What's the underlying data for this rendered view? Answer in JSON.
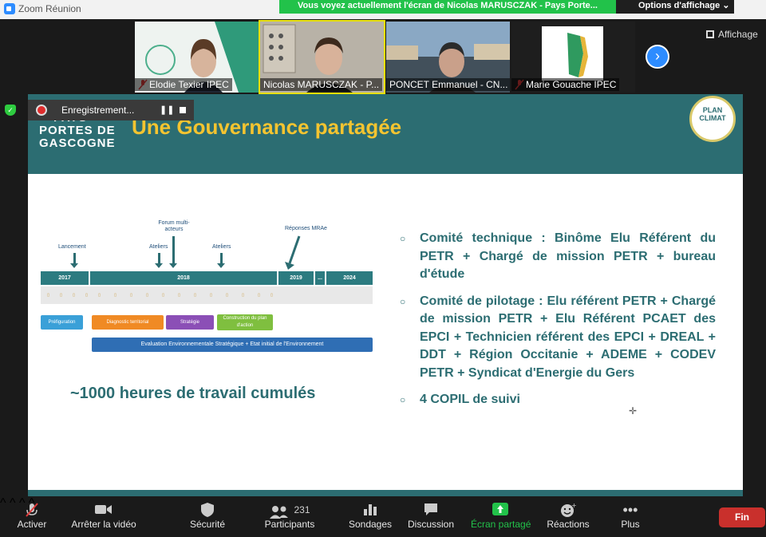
{
  "window": {
    "title": "Zoom Réunion"
  },
  "share_banner": "Vous voyez actuellement l'écran de Nicolas MARUSCZAK - Pays Porte...",
  "view_options": "Options d'affichage",
  "view_button": "Affichage",
  "participants": [
    {
      "name": "Elodie Texier IPEC",
      "muted": true
    },
    {
      "name": "Nicolas MARUSCZAK - P...",
      "muted": false,
      "active": true
    },
    {
      "name": "PONCET Emmanuel - CN...",
      "muted": false
    },
    {
      "name": "Marie Gouache IPEC",
      "muted": true
    }
  ],
  "recording": {
    "label": "Enregistrement..."
  },
  "slide": {
    "brand_lines": [
      "PAYS",
      "PORTES DE",
      "GASCOGNE"
    ],
    "title": "Une Gouvernance partagée",
    "logo_lines": [
      "PLAN",
      "CLIMAT"
    ],
    "timeline": {
      "markers": [
        "Lancement",
        "Forum multi-acteurs",
        "Ateliers",
        "Ateliers",
        "Réponses MRAe"
      ],
      "years": [
        "2017",
        "2018",
        "2019",
        "...",
        "2024"
      ],
      "phases": [
        "Préfiguration",
        "Diagnostic territorial",
        "Stratégie",
        "Construction du plan d'action"
      ],
      "eval": "Evaluation Environnementale Stratégique + Etat initial de l'Environnement"
    },
    "hours": "~1000 heures de travail cumulés",
    "bullets": [
      "Comité technique : Binôme Elu Référent du PETR + Chargé de mission PETR + bureau d'étude",
      "Comité de pilotage : Elu référent PETR + Chargé de mission PETR + Elu Référent PCAET des EPCI + Technicien référent des EPCI + DREAL + DDT + Région Occitanie + ADEME + CODEV PETR + Syndicat d'Energie du Gers",
      "4 COPIL de suivi"
    ]
  },
  "toolbar": {
    "mute": "Activer",
    "video": "Arrêter la vidéo",
    "security": "Sécurité",
    "participants": "Participants",
    "participants_count": "231",
    "polls": "Sondages",
    "chat": "Discussion",
    "share": "Écran partagé",
    "reactions": "Réactions",
    "more": "Plus",
    "end": "Fin"
  },
  "colors": {
    "accent": "#2c6d72",
    "title": "#f4c430",
    "share_green": "#22c24a",
    "end_red": "#c9302c"
  }
}
